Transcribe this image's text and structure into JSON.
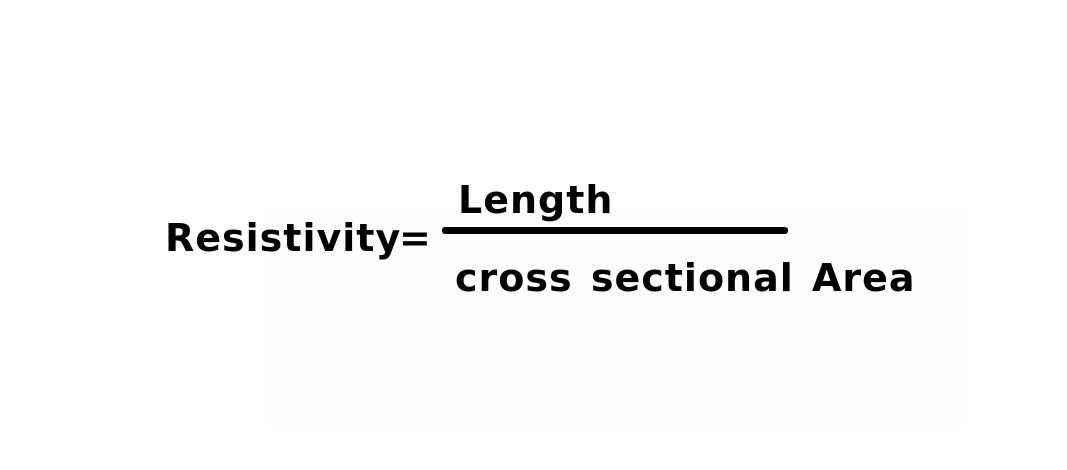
{
  "formula": {
    "lhs": "Resistivity",
    "operator": "=",
    "numerator": "Length",
    "denominator": "cross sectional Area"
  },
  "colors": {
    "background": "#ffffff",
    "text": "#000000"
  }
}
